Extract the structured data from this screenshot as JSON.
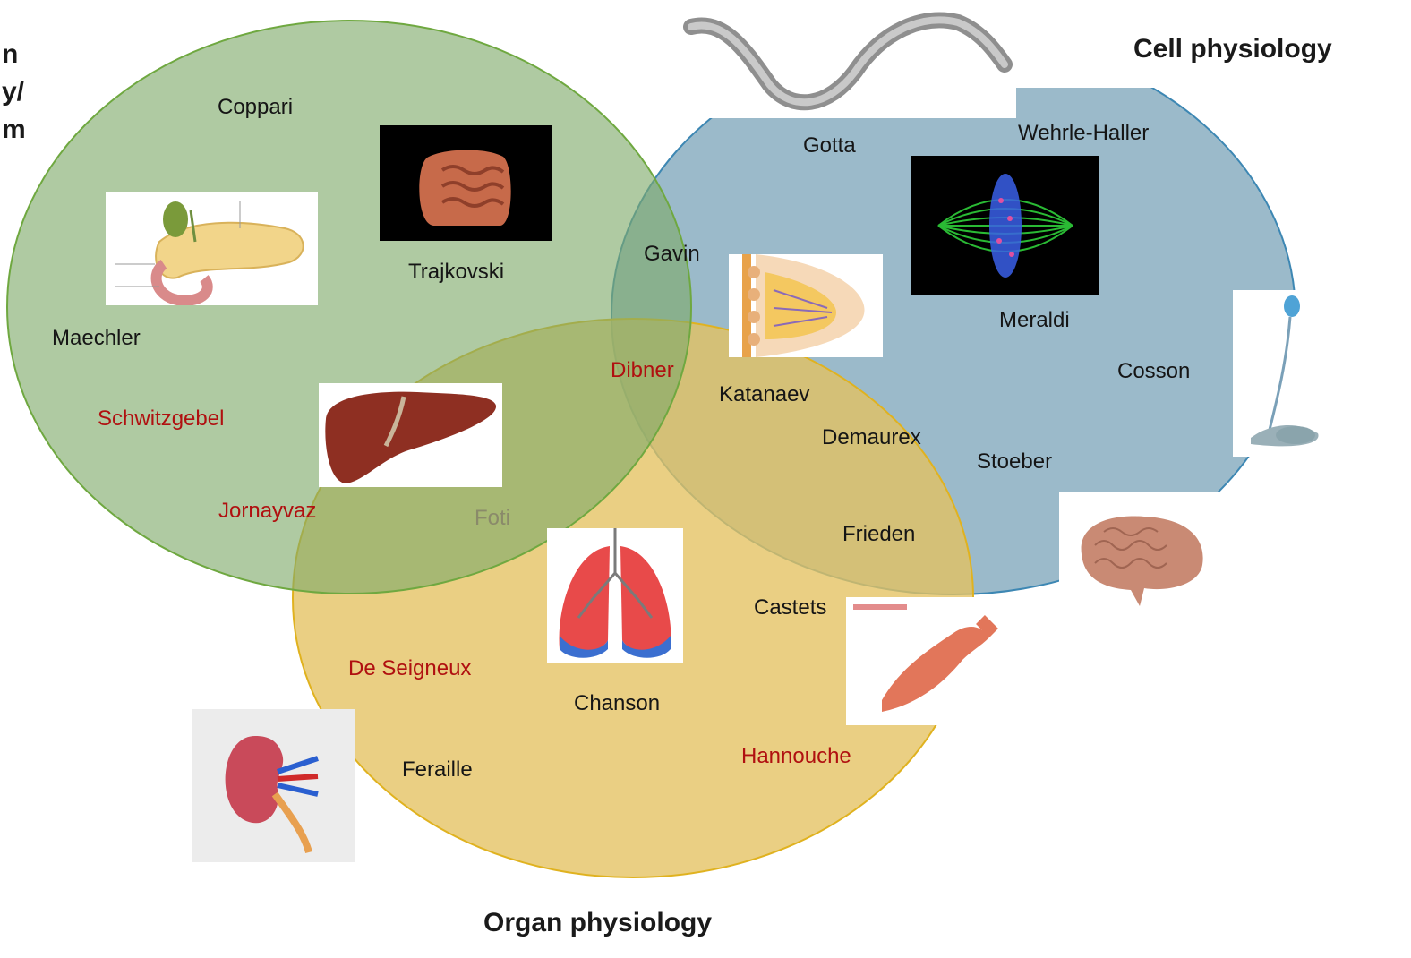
{
  "headings": {
    "metabolism_partial": [
      "n",
      "y/",
      "m"
    ],
    "cell_physiology": "Cell physiology",
    "organ_physiology": "Organ physiology"
  },
  "names": {
    "coppari": "Coppari",
    "trajkovski": "Trajkovski",
    "maechler": "Maechler",
    "schwitzgebel": "Schwitzgebel",
    "jornayvaz": "Jornayvaz",
    "foti": "Foti",
    "gotta": "Gotta",
    "wehrle_haller": "Wehrle-Haller",
    "gavin": "Gavin",
    "meraldi": "Meraldi",
    "dibner": "Dibner",
    "katanaev": "Katanaev",
    "cosson": "Cosson",
    "demaurex": "Demaurex",
    "stoeber": "Stoeber",
    "frieden": "Frieden",
    "castets": "Castets",
    "de_seigneux": "De Seigneux",
    "chanson": "Chanson",
    "hannouche": "Hannouche",
    "feraille": "Feraille"
  },
  "images": [
    "worm",
    "pancreas",
    "intestine",
    "spindle",
    "breast",
    "neuron-cell",
    "liver",
    "lungs",
    "brain",
    "arm-muscle",
    "kidney"
  ],
  "colors": {
    "metabolism_circle": "#8db47a",
    "cell_circle": "#7fa6bb",
    "organ_circle": "#e3c061",
    "name_red": "#b01010",
    "name_black": "#151515"
  }
}
